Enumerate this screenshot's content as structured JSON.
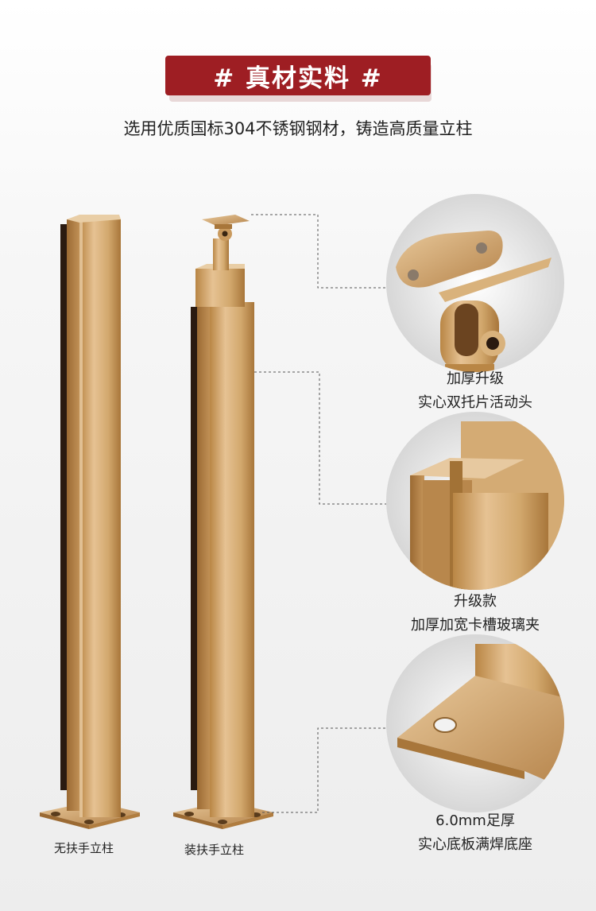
{
  "header": {
    "banner_text": "# 真材实料 #",
    "subtitle": "选用优质国标304不锈钢钢材，铸造高质量立柱"
  },
  "posts": [
    {
      "label": "无扶手立柱",
      "icon": "plain-post-icon"
    },
    {
      "label": "装扶手立柱",
      "icon": "handrail-post-icon"
    }
  ],
  "details": [
    {
      "line1": "加厚升级",
      "line2": "实心双托片活动头",
      "icon": "swivel-head-icon"
    },
    {
      "line1": "升级款",
      "line2": "加厚加宽卡槽玻璃夹",
      "icon": "glass-clip-slot-icon"
    },
    {
      "line1": "6.0mm足厚",
      "line2": "实心底板满焊底座",
      "icon": "base-plate-icon"
    }
  ],
  "colors": {
    "banner": "#9e1e23",
    "gold_light": "#e3bf8c",
    "gold_mid": "#c99a5e",
    "gold_dark": "#8f6430",
    "slot_dark": "#2a1a10"
  }
}
